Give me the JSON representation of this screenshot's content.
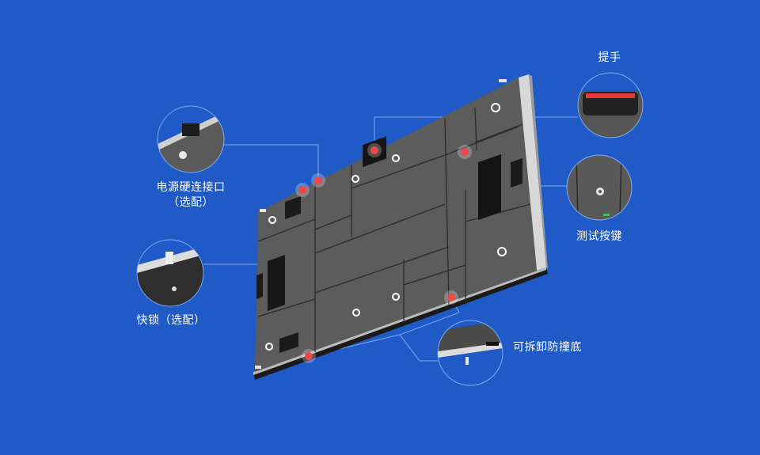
{
  "background_color": "#1f5ac6",
  "product": {
    "name": "LED display cabinet (rear view)",
    "panel_color": "#5a5a5a",
    "hotspot_color": "#f04848"
  },
  "callouts": [
    {
      "id": "power-connector",
      "label_line1": "电源硬连接口",
      "label_line2": "（选配）"
    },
    {
      "id": "quick-lock",
      "label_line1": "快锁（选配）"
    },
    {
      "id": "handle",
      "label_line1": "提手"
    },
    {
      "id": "test-button",
      "label_line1": "测试按键"
    },
    {
      "id": "detachable-bumper",
      "label_line1": "可拆卸防撞底"
    }
  ]
}
